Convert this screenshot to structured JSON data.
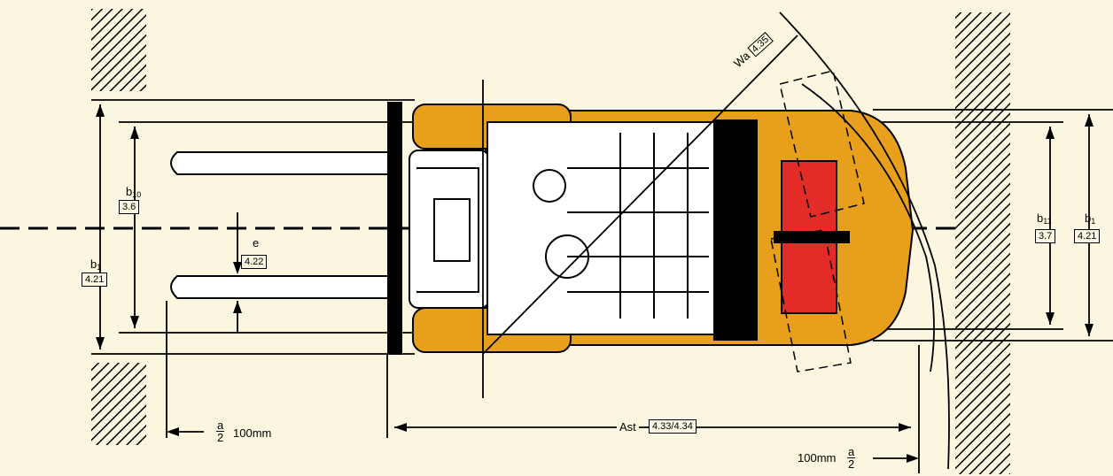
{
  "labels": {
    "b10": {
      "main": "b",
      "sub": "10",
      "value": "3.6"
    },
    "b1_left": {
      "main": "b",
      "sub": "1",
      "value": "4.21"
    },
    "e": {
      "main": "e",
      "value": "4.22"
    },
    "b11": {
      "main": "b",
      "sub": "11",
      "value": "3.7"
    },
    "b1_right": {
      "main": "b",
      "sub": "1",
      "value": "4.21"
    },
    "wa": {
      "main": "Wa",
      "value": "4.35"
    },
    "ast": {
      "main": "Ast",
      "value": "4.33/4.34"
    },
    "clear_left": {
      "num": "a",
      "den": "2",
      "text": "100mm"
    },
    "clear_right": {
      "num": "a",
      "den": "2",
      "text": "100mm"
    }
  },
  "colors": {
    "background": "#fbf6df",
    "body": "#e8a01c",
    "battery": "#e32b27",
    "line": "#000000"
  }
}
